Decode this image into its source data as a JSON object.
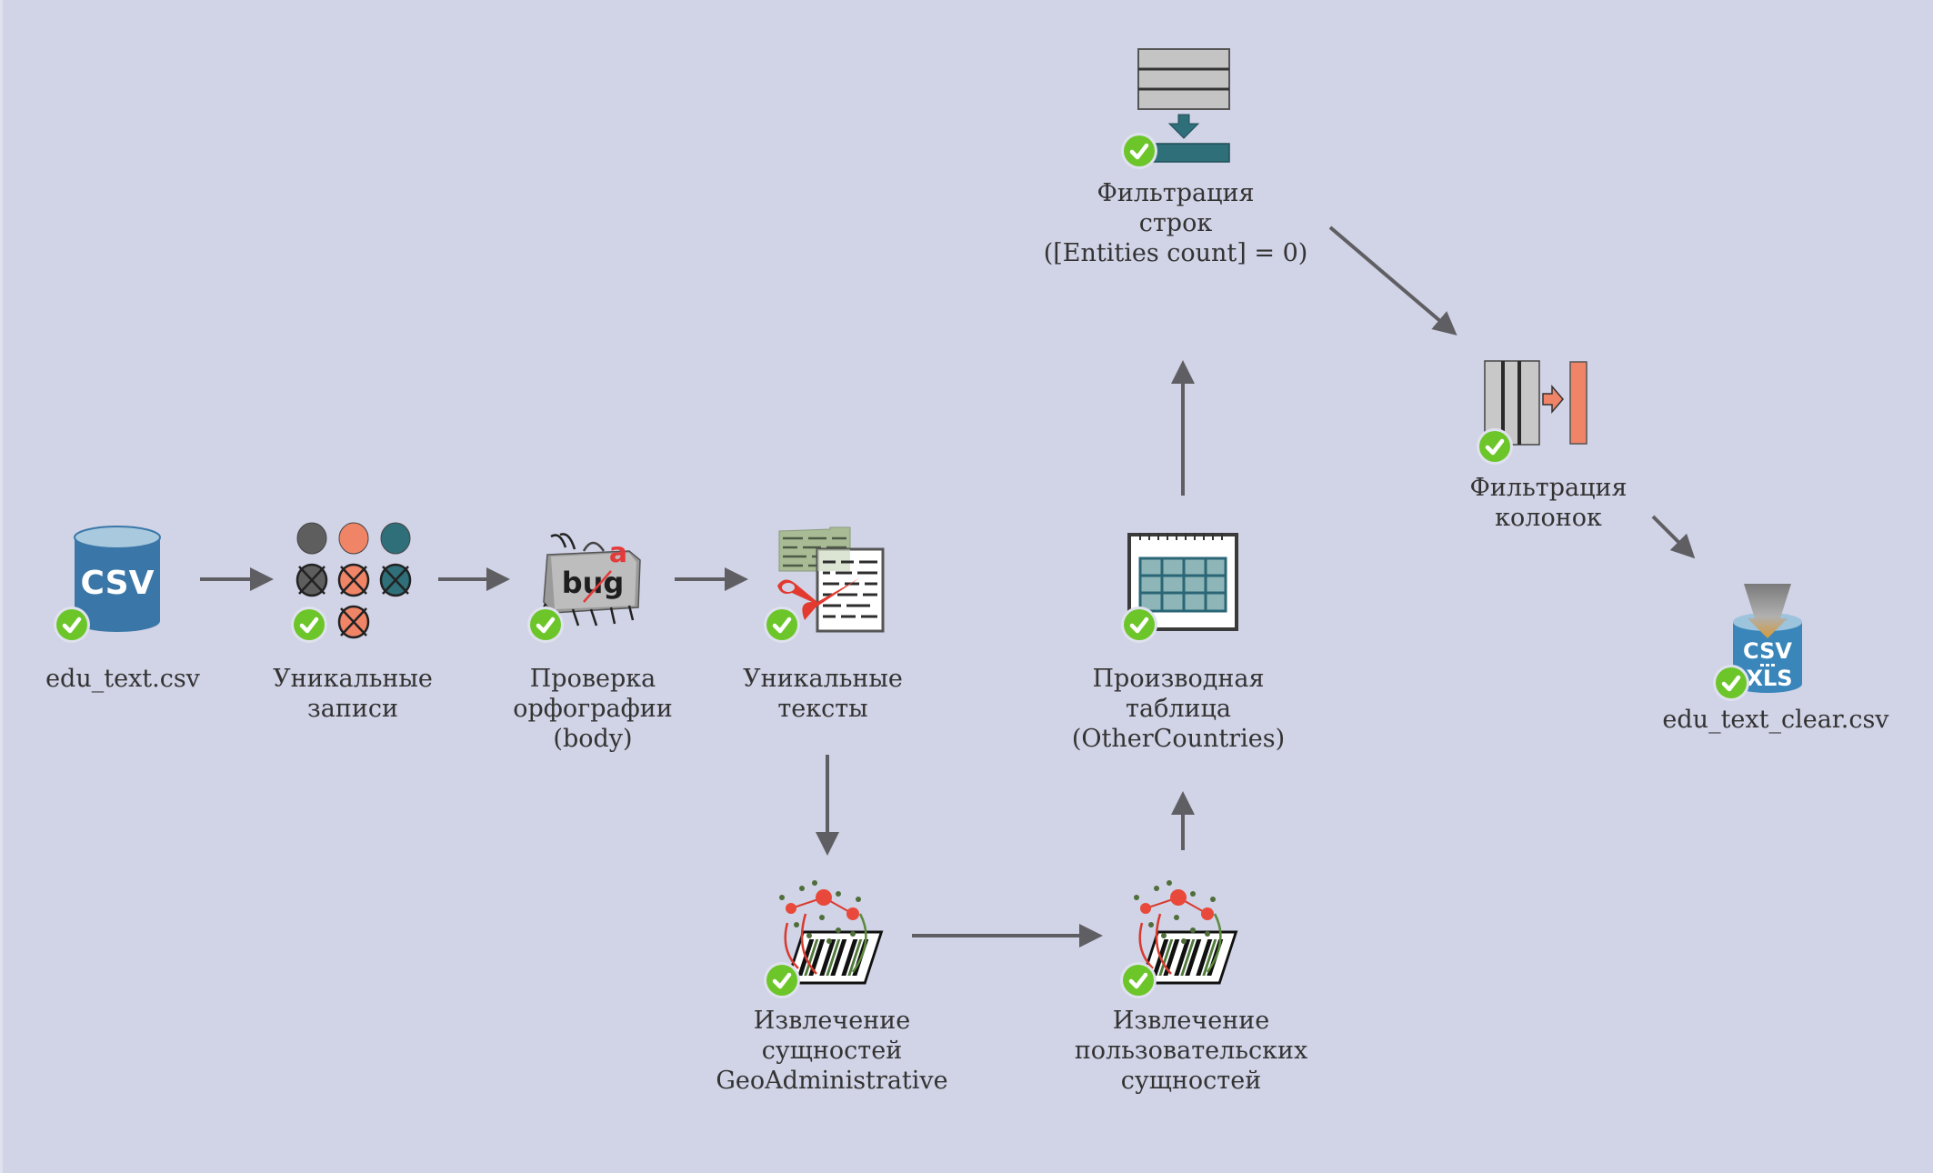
{
  "diagram": {
    "type": "workflow",
    "background": "#d1d3e6",
    "colors": {
      "arrow": "#5f5f63",
      "check": "#6cc62a",
      "csv_blue": "#3a77a8",
      "teal": "#2e6f7a",
      "salmon": "#f08467",
      "gray": "#5e5e5e",
      "label_text": "#333333"
    },
    "nodes": [
      {
        "id": "csv_in",
        "label": "edu_text.csv",
        "icon": "csv-database-icon",
        "status": "success"
      },
      {
        "id": "unique_records",
        "label": "Уникальные\nзаписи",
        "icon": "unique-records-icon",
        "status": "success"
      },
      {
        "id": "spellcheck",
        "label": "Проверка\nорфографии\n(body)",
        "icon": "spellcheck-bug-icon",
        "status": "success"
      },
      {
        "id": "unique_texts",
        "label": "Уникальные\nтексты",
        "icon": "unique-texts-icon",
        "status": "success"
      },
      {
        "id": "extract_geo",
        "label": "Извлечение\nсущностей\nGeoAdministrative",
        "icon": "entity-extraction-icon",
        "status": "success"
      },
      {
        "id": "extract_custom",
        "label": "Извлечение\nпользовательских\nсущностей",
        "icon": "entity-extraction-icon",
        "status": "success"
      },
      {
        "id": "derived_table",
        "label": "Производная\nтаблица\n(OtherCountries)",
        "icon": "derived-table-icon",
        "status": "success"
      },
      {
        "id": "row_filter",
        "label": "Фильтрация\nстрок\n([Entities count] = 0)",
        "icon": "row-filter-icon",
        "status": "success"
      },
      {
        "id": "column_filter",
        "label": "Фильтрация\nколонок",
        "icon": "column-filter-icon",
        "status": "success"
      },
      {
        "id": "csv_out",
        "label": "edu_text_clear.csv",
        "icon": "csv-xls-export-icon",
        "status": "success"
      }
    ],
    "edges": [
      {
        "from": "csv_in",
        "to": "unique_records"
      },
      {
        "from": "unique_records",
        "to": "spellcheck"
      },
      {
        "from": "spellcheck",
        "to": "unique_texts"
      },
      {
        "from": "unique_texts",
        "to": "extract_geo"
      },
      {
        "from": "extract_geo",
        "to": "extract_custom"
      },
      {
        "from": "extract_custom",
        "to": "derived_table"
      },
      {
        "from": "derived_table",
        "to": "row_filter"
      },
      {
        "from": "row_filter",
        "to": "column_filter"
      },
      {
        "from": "column_filter",
        "to": "csv_out"
      }
    ],
    "icon_text": {
      "csv": "CSV",
      "xls": "XLS",
      "bug": "bug",
      "bug_letter": "a"
    }
  }
}
